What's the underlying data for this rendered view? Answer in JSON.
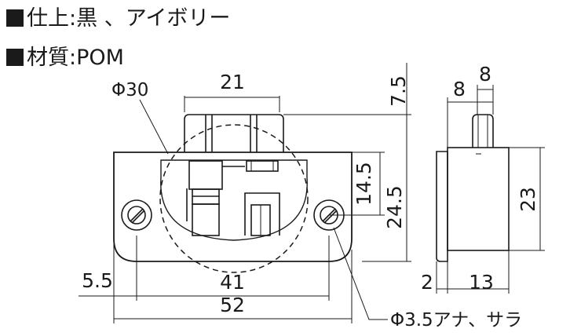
{
  "specs": [
    {
      "label": "仕上",
      "sep": ":",
      "value": "黒 、アイボリー"
    },
    {
      "label": "材質",
      "sep": ":",
      "value": "POM"
    }
  ],
  "dimensions": {
    "top_width": "21",
    "top_height": "7.5",
    "inner_height": "14.5",
    "total_height": "24.5",
    "offset_left": "5.5",
    "hole_pitch": "41",
    "overall_width": "52",
    "side_top_a": "8",
    "side_top_b": "8",
    "side_height": "23",
    "side_plate": "2",
    "side_depth": "13"
  },
  "callouts": {
    "circle_dia": "Φ30",
    "hole": "Φ3.5アナ、サラ"
  }
}
